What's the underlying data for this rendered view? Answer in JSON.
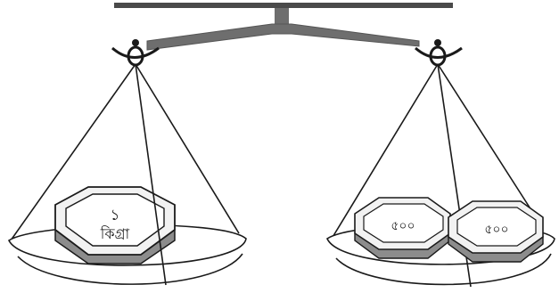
{
  "scale": {
    "left_pan": {
      "weight": {
        "number": "১",
        "unit": "কিগ্রা"
      }
    },
    "right_pan": {
      "weights": [
        {
          "value": "৫০০"
        },
        {
          "value": "৫০০"
        }
      ]
    }
  },
  "colors": {
    "stroke": "#1a1a1a",
    "beam": "#6e6e6e",
    "weight_top": "#e6e6e6",
    "weight_side": "#8c8c8c",
    "pan_fill": "#ffffff"
  }
}
